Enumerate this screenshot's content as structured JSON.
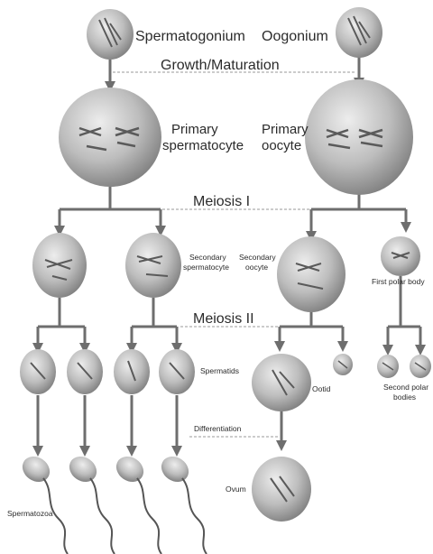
{
  "labels": {
    "spermatogonium": "Spermatogonium",
    "oogonium": "Oogonium",
    "growth": "Growth/Maturation",
    "primary1": "Primary",
    "spermatocyte": "spermatocyte",
    "primary2": "Primary",
    "oocyte": "oocyte",
    "meiosis1": "Meiosis I",
    "secondary1": "Secondary",
    "spermatocyte2": "spermatocyte",
    "secondary2": "Secondary",
    "oocyte2": "oocyte",
    "first_polar": "First polar body",
    "meiosis2": "Meiosis II",
    "spermatids": "Spermatids",
    "ootid": "Ootid",
    "second_polar1": "Second polar",
    "second_polar2": "bodies",
    "differentiation": "Differentiation",
    "ovum": "Ovum",
    "spermatozoa": "Spermatozoa"
  },
  "colors": {
    "cell_light": "#d9d9d9",
    "cell_dark": "#8a8a8a",
    "line": "#6e6e6e"
  }
}
